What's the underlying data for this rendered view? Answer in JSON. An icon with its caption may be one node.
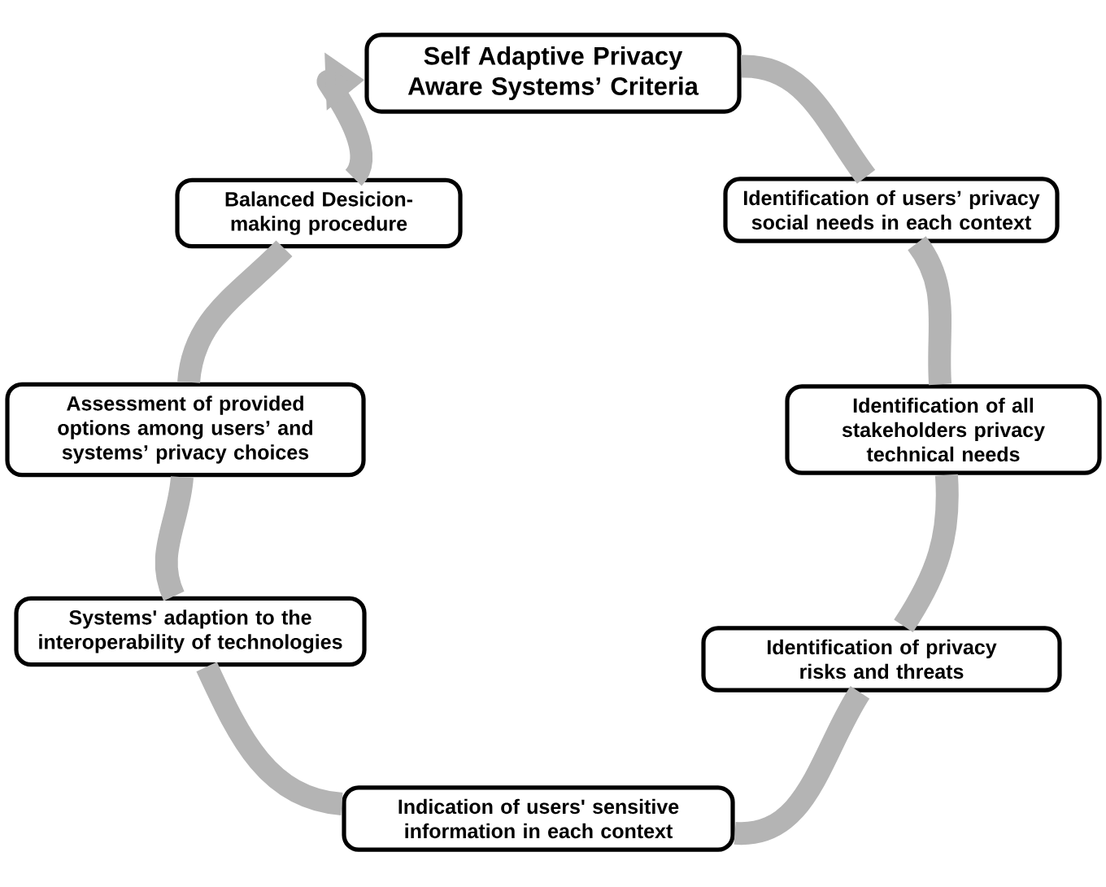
{
  "diagram": {
    "nodes": [
      {
        "text": [
          "Self Adaptive Privacy Aware Systems’ Criteria"
        ]
      },
      {
        "text": [
          "Identification of users’ privacy social needs in each context"
        ]
      },
      {
        "text": [
          "Identification of all stakeholders privacy technical needs"
        ]
      },
      {
        "text": [
          "Identification of privacy risks and threats"
        ]
      },
      {
        "text": [
          "Indication of users' sensitive information in each context"
        ]
      },
      {
        "text": [
          "Systems' adaption to the interoperability of technologies"
        ]
      },
      {
        "text": [
          "Assessment of provided options among users’ and systems’ privacy choices"
        ]
      },
      {
        "text": [
          "Balanced Desicion-making procedure"
        ]
      }
    ],
    "edges": [
      {
        "from": 0,
        "to": 1,
        "arrow": "none"
      },
      {
        "from": 1,
        "to": 2,
        "arrow": "none"
      },
      {
        "from": 2,
        "to": 3,
        "arrow": "none"
      },
      {
        "from": 3,
        "to": 4,
        "arrow": "none"
      },
      {
        "from": 4,
        "to": 5,
        "arrow": "none"
      },
      {
        "from": 5,
        "to": 6,
        "arrow": "none"
      },
      {
        "from": 6,
        "to": 7,
        "arrow": "none"
      },
      {
        "from": 7,
        "to": 0,
        "arrow": "to"
      }
    ]
  }
}
